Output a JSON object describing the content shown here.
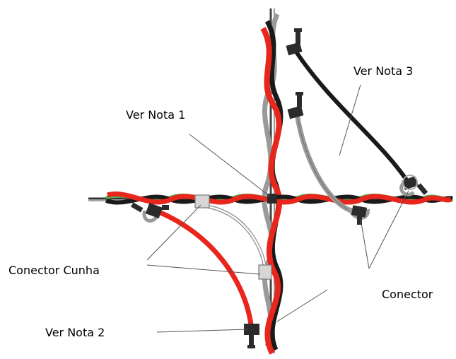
{
  "labels": {
    "nota1": "Ver Nota 1",
    "nota2": "Ver Nota 2",
    "nota3": "Ver Nota 3",
    "conector_cunha": "Conector Cunha",
    "conector": "Conector"
  },
  "colors": {
    "red_cable": "#e8261c",
    "black_cable": "#1a1a1a",
    "gray_cable": "#9a9a9a",
    "green_cable": "#4caf50",
    "connector": "#2b2b2b",
    "wedge_connector": "#cfcfcf"
  }
}
